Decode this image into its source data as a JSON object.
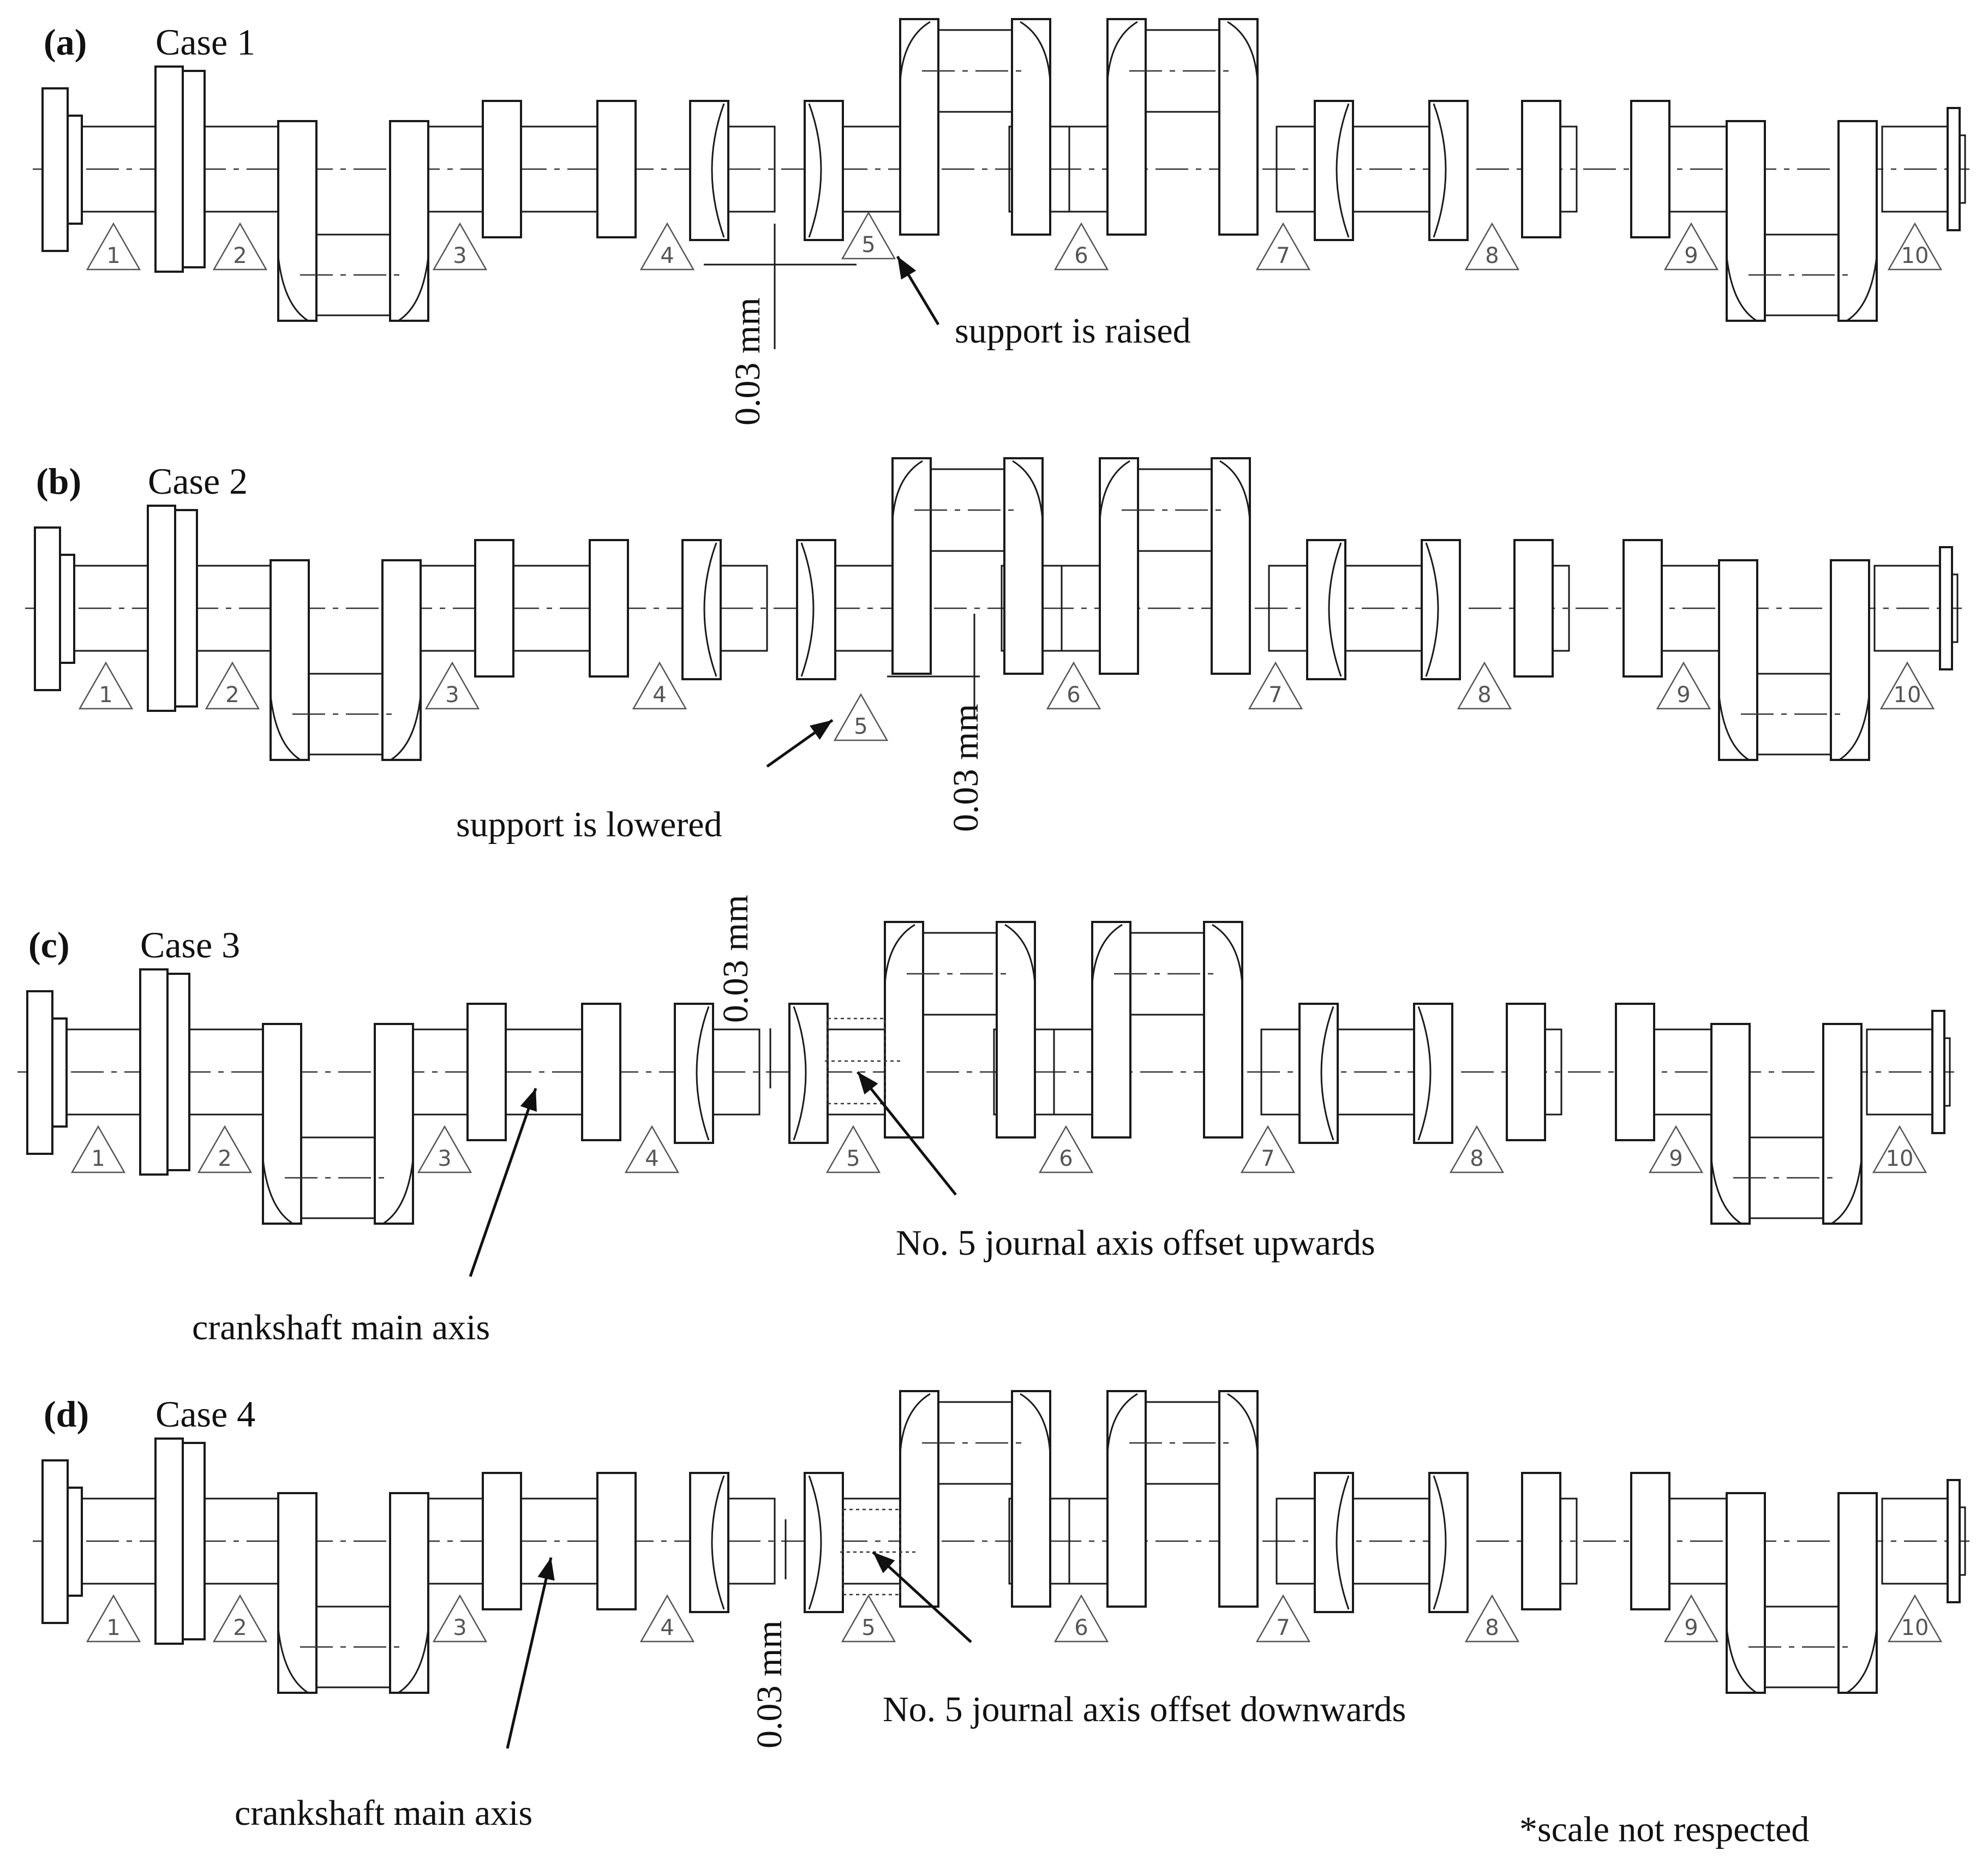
{
  "panels": [
    {
      "letter": "a",
      "case_title": "Case 1",
      "support_labels": [
        "1",
        "2",
        "3",
        "4",
        "5",
        "6",
        "7",
        "8",
        "9",
        "10"
      ],
      "dimension": "0.03 mm",
      "annotations": [
        {
          "text": "support is raised"
        }
      ],
      "mode": "raised"
    },
    {
      "letter": "b",
      "case_title": "Case 2",
      "support_labels": [
        "1",
        "2",
        "3",
        "4",
        "5",
        "6",
        "7",
        "8",
        "9",
        "10"
      ],
      "dimension": "0.03 mm",
      "annotations": [
        {
          "text": "support is lowered"
        }
      ],
      "mode": "lowered"
    },
    {
      "letter": "c",
      "case_title": "Case 3",
      "support_labels": [
        "1",
        "2",
        "3",
        "4",
        "5",
        "6",
        "7",
        "8",
        "9",
        "10"
      ],
      "dimension": "0.03 mm",
      "annotations": [
        {
          "text": "crankshaft main axis"
        },
        {
          "text": "No. 5 journal axis offset upwards"
        }
      ],
      "mode": "offset-up"
    },
    {
      "letter": "d",
      "case_title": "Case 4",
      "support_labels": [
        "1",
        "2",
        "3",
        "4",
        "5",
        "6",
        "7",
        "8",
        "9",
        "10"
      ],
      "dimension": "0.03 mm",
      "annotations": [
        {
          "text": "crankshaft main axis"
        },
        {
          "text": "No. 5 journal axis offset downwards"
        }
      ],
      "mode": "offset-down"
    }
  ],
  "footnote": "*scale not respected"
}
